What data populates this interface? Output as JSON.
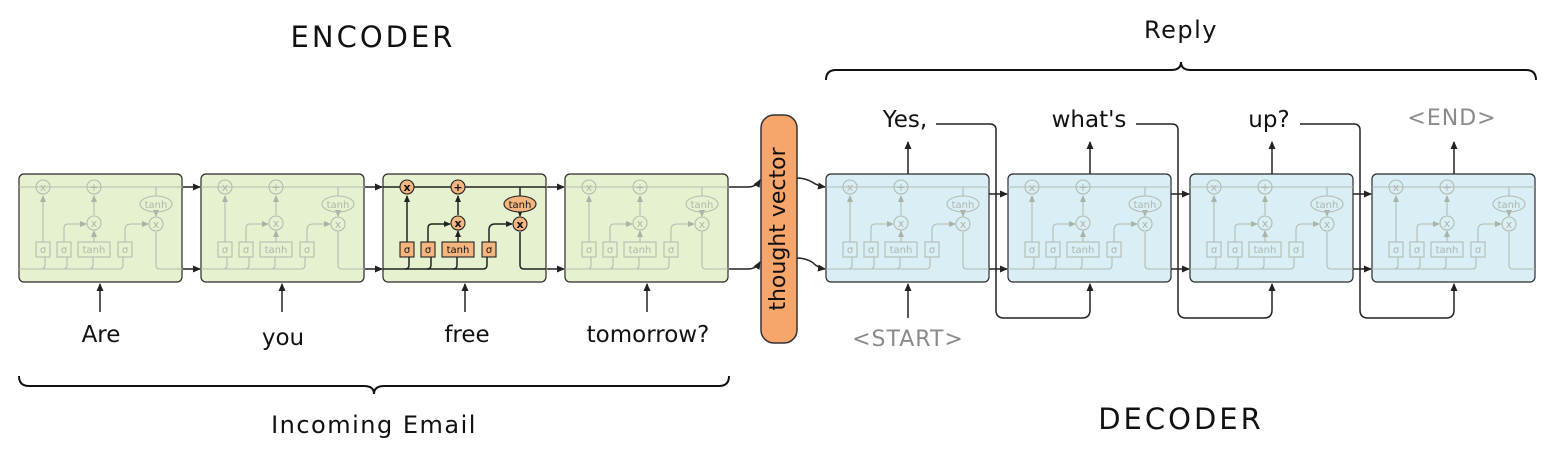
{
  "encoder": {
    "title": "ENCODER",
    "input_words": [
      "Are",
      "you",
      "free",
      "tomorrow?"
    ],
    "group_label": "Incoming Email"
  },
  "decoder": {
    "title": "DECODER",
    "group_label": "Reply",
    "output_words": [
      "Yes,",
      "what's",
      "up?",
      "<END>"
    ],
    "start_token": "<START>"
  },
  "thought_vector": "thought vector",
  "cell": {
    "gate_sigma": "σ",
    "gate_tanh": "tanh",
    "op_mul": "x",
    "op_add": "+"
  },
  "colors": {
    "encoder_cell_fill": "#e6f2cf",
    "decoder_cell_fill": "#d9eef5",
    "highlight_gate_fill": "#f4b57e",
    "thought_vector_fill": "#f6a56b"
  }
}
